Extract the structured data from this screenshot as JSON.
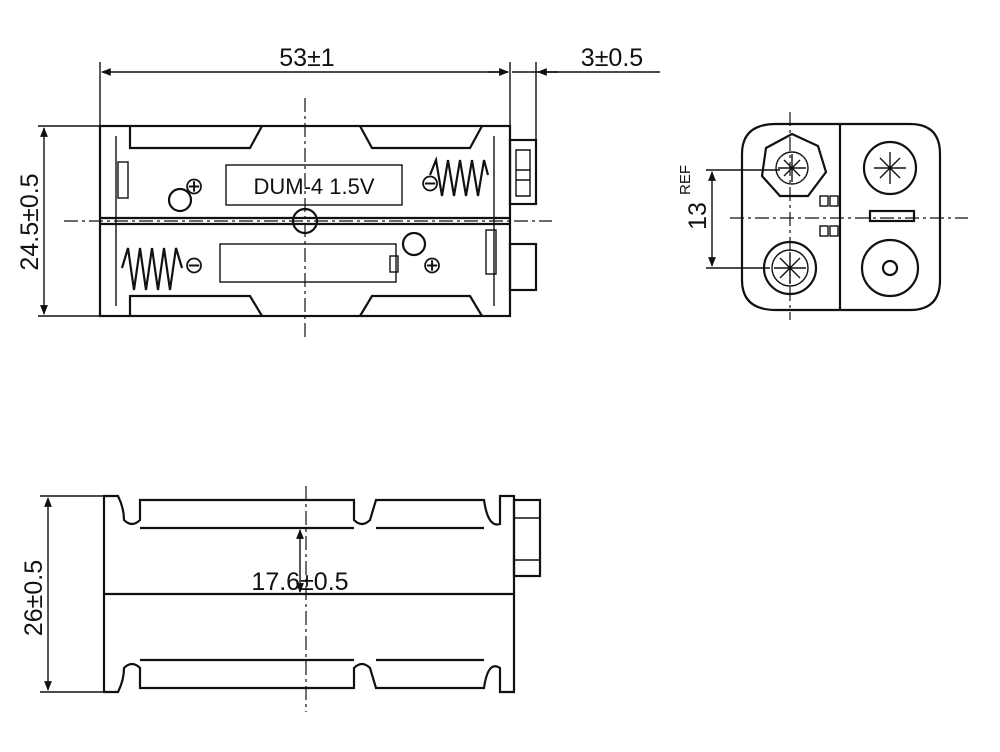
{
  "top_view": {
    "width_dim": "53±1",
    "offset_dim": "3±0.5",
    "height_dim": "24.5±0.5",
    "label_upper": "DUM-4  1.5V",
    "plus_symbol": "⊕",
    "minus_symbol": "⊖"
  },
  "end_view": {
    "ref_label": "REF",
    "spacing_dim": "13"
  },
  "side_view": {
    "height_dim": "26±0.5",
    "inner_dim": "17.6±0.5"
  }
}
